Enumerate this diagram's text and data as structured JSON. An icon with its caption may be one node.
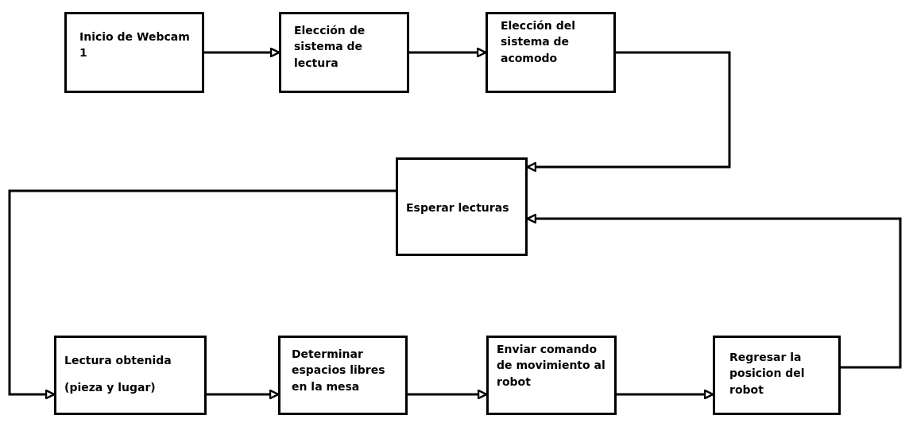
{
  "diagram": {
    "nodes": [
      {
        "text": [
          "Inicio de Webcam 1"
        ]
      },
      {
        "text": [
          "Elección de sistema de lectura"
        ]
      },
      {
        "text": [
          "Elección del sistema de acomodo"
        ]
      },
      {
        "text": [
          "Esperar lecturas"
        ]
      },
      {
        "text": [
          "Lectura obtenida",
          "(pieza y lugar)"
        ]
      },
      {
        "text": [
          "Determinar espacios libres en la mesa"
        ]
      },
      {
        "text": [
          "Enviar comando de movimiento al robot"
        ]
      },
      {
        "text": [
          "Regresar la posicion del robot"
        ]
      }
    ],
    "edges": [
      {
        "from": 0,
        "to": 1,
        "arrow": "to"
      },
      {
        "from": 1,
        "to": 2,
        "arrow": "to"
      },
      {
        "from": 2,
        "to": 3,
        "arrow": "to"
      },
      {
        "from": 3,
        "to": 4,
        "arrow": "to"
      },
      {
        "from": 4,
        "to": 5,
        "arrow": "to"
      },
      {
        "from": 5,
        "to": 6,
        "arrow": "to"
      },
      {
        "from": 6,
        "to": 7,
        "arrow": "to"
      },
      {
        "from": 7,
        "to": 3,
        "arrow": "to"
      }
    ]
  }
}
